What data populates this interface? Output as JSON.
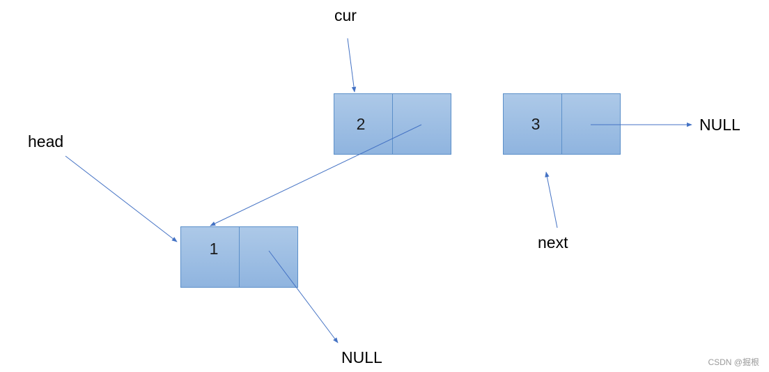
{
  "nodes": {
    "node1": {
      "value": "1"
    },
    "node2": {
      "value": "2"
    },
    "node3": {
      "value": "3"
    }
  },
  "labels": {
    "head": "head",
    "cur": "cur",
    "next": "next",
    "null_node1": "NULL",
    "null_node3": "NULL"
  },
  "watermark": "CSDN @掘根",
  "colors": {
    "node_fill_top": "#adc9e8",
    "node_fill_bottom": "#8fb4df",
    "node_border": "#5b8fc9",
    "arrow": "#4472c4"
  }
}
